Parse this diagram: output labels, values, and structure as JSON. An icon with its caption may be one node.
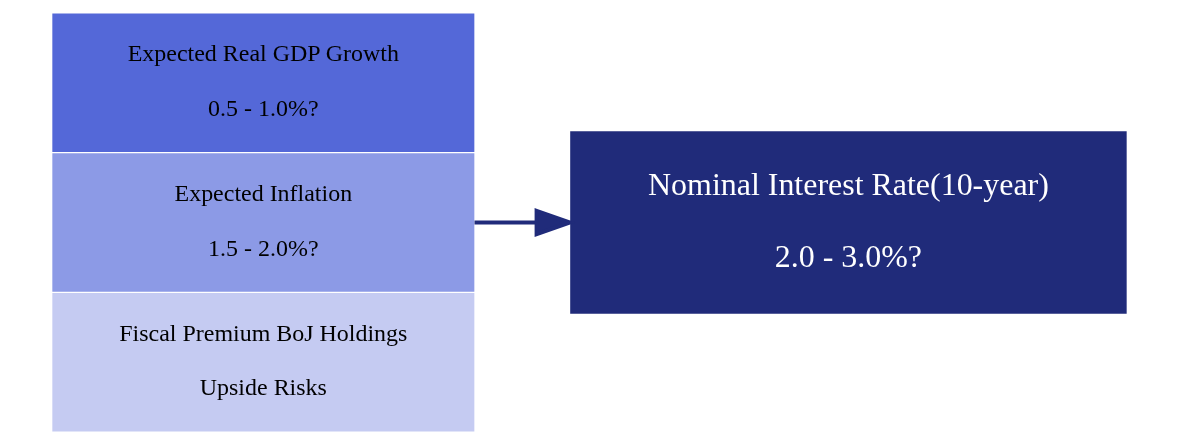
{
  "diagram": {
    "nodes": [
      {
        "text": [
          "Expected Real GDP Growth",
          "0.5 - 1.0%?"
        ]
      },
      {
        "text": [
          "Expected Inflation",
          "1.5 - 2.0%?"
        ]
      },
      {
        "text": [
          "Fiscal Premium BoJ Holdings",
          "Upside Risks"
        ]
      },
      {
        "text": [
          "Nominal Interest Rate(10-year)",
          "2.0 - 3.0%?"
        ]
      }
    ],
    "edges": [
      {
        "from": 1,
        "to": 3,
        "arrow": "to"
      }
    ]
  }
}
